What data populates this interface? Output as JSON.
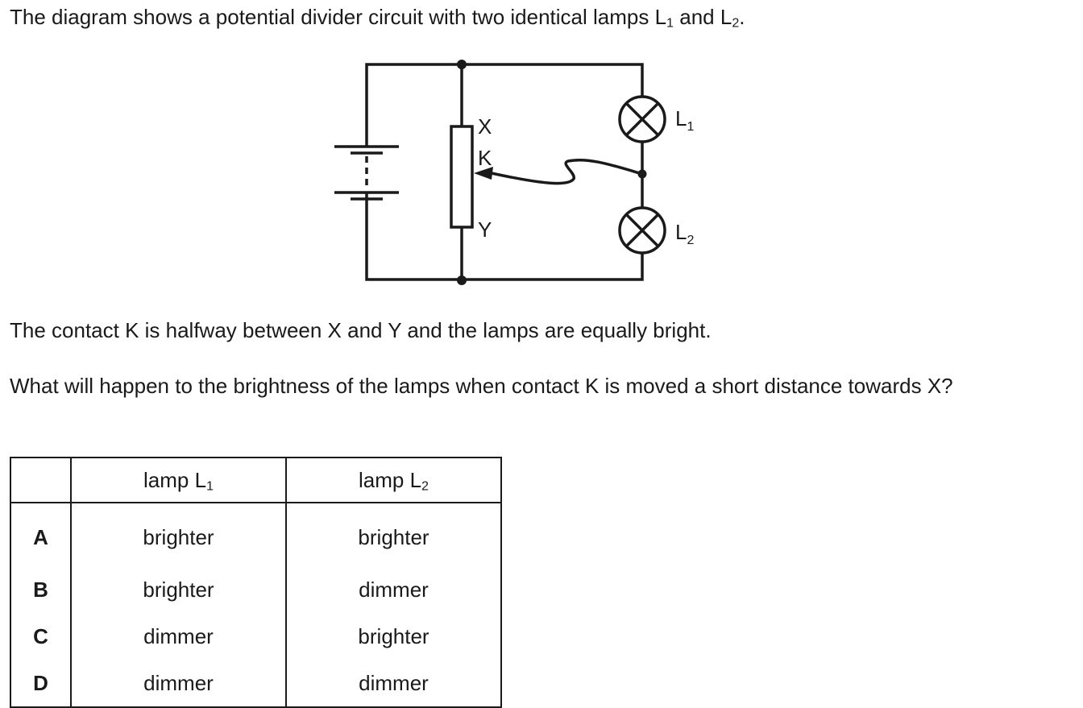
{
  "intro": {
    "text_before": "The diagram shows a potential divider circuit with two identical lamps L",
    "sub1": "1",
    "text_mid": " and L",
    "sub2": "2",
    "text_after": "."
  },
  "circuit": {
    "labels": {
      "x": "X",
      "k": "K",
      "y": "Y",
      "lamp1_letter": "L",
      "lamp1_sub": "1",
      "lamp2_letter": "L",
      "lamp2_sub": "2"
    },
    "components": [
      "battery",
      "potentiometer",
      "sliding-contact",
      "lamp-L1",
      "lamp-L2"
    ]
  },
  "statement": "The contact K is halfway between X and Y and the lamps are equally bright.",
  "question": "What will happen to the brightness of the lamps when contact K is moved a short distance towards X?",
  "table": {
    "headers": [
      {
        "text": "",
        "sub": ""
      },
      {
        "text": "lamp L",
        "sub": "1"
      },
      {
        "text": "lamp L",
        "sub": "2"
      }
    ],
    "rows": [
      {
        "option": "A",
        "l1": "brighter",
        "l2": "brighter"
      },
      {
        "option": "B",
        "l1": "brighter",
        "l2": "dimmer"
      },
      {
        "option": "C",
        "l1": "dimmer",
        "l2": "brighter"
      },
      {
        "option": "D",
        "l1": "dimmer",
        "l2": "dimmer"
      }
    ]
  }
}
